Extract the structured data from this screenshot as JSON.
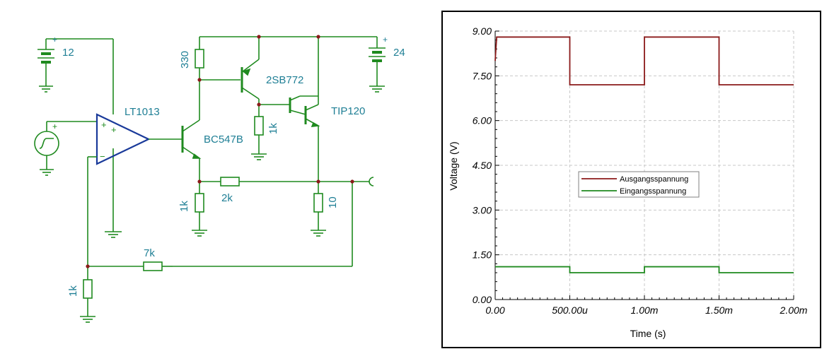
{
  "schematic": {
    "colors": {
      "wire": "#1f8a1f",
      "component": "#1f8a1f",
      "label": "#1f7f95",
      "opamp": "#1a3a9a",
      "node": "#8b1a1a"
    },
    "components": {
      "battery1_voltage": "12",
      "battery2_voltage": "24",
      "battery_plus": "+",
      "opamp_name": "LT1013",
      "opamp_plus": "+",
      "opamp_minus": "−",
      "source_plus": "+",
      "r_330": "330",
      "r_1k_base": "1k",
      "r_1k_emitter": "1k",
      "r_2k": "2k",
      "r_10": "10",
      "r_7k": "7k",
      "r_1k_fb": "1k",
      "q_pnp": "2SB772",
      "q_npn": "BC547B",
      "q_darlington": "TIP120"
    }
  },
  "chart_data": {
    "type": "line",
    "xlabel": "Time (s)",
    "ylabel": "Voltage (V)",
    "xlim": [
      0,
      0.002
    ],
    "ylim": [
      0,
      9.0
    ],
    "x_ticks": [
      0,
      0.0005,
      0.001,
      0.0015,
      0.002
    ],
    "x_tick_labels": [
      "0.00",
      "500.00u",
      "1.00m",
      "1.50m",
      "2.00m"
    ],
    "y_ticks": [
      0,
      1.5,
      3.0,
      4.5,
      6.0,
      7.5,
      9.0
    ],
    "y_tick_labels": [
      "0.00",
      "1.50",
      "3.00",
      "4.50",
      "6.00",
      "7.50",
      "9.00"
    ],
    "grid": true,
    "legend_position": "center",
    "series": [
      {
        "name": "Ausgangsspannung",
        "color": "#8b1a1a",
        "x": [
          0,
          1e-05,
          1e-05,
          0.0005,
          0.0005,
          0.001,
          0.001,
          0.0015,
          0.0015,
          0.002
        ],
        "y": [
          8.0,
          8.8,
          8.8,
          8.8,
          7.2,
          7.2,
          8.8,
          8.8,
          7.2,
          7.2
        ]
      },
      {
        "name": "Eingangsspannung",
        "color": "#1f8a1f",
        "x": [
          0,
          0.0005,
          0.0005,
          0.001,
          0.001,
          0.0015,
          0.0015,
          0.002
        ],
        "y": [
          1.1,
          1.1,
          0.9,
          0.9,
          1.1,
          1.1,
          0.9,
          0.9
        ]
      }
    ]
  }
}
